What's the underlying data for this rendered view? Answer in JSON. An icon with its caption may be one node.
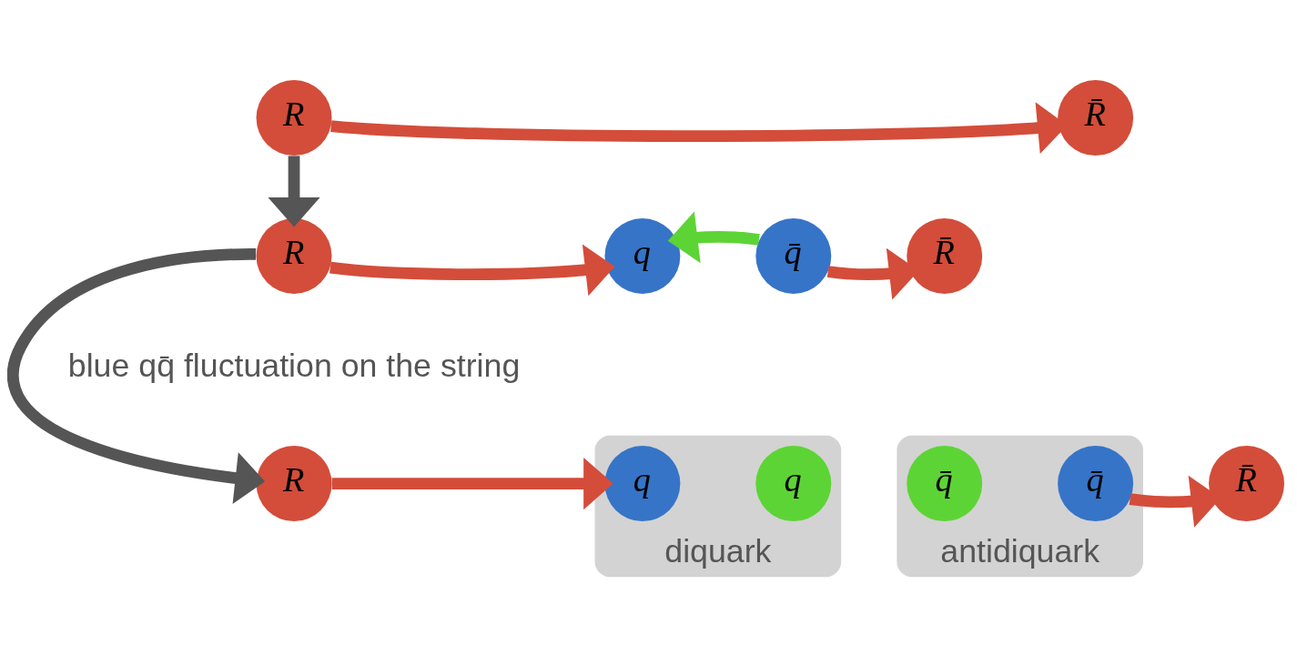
{
  "diagram": {
    "nodes": [
      {
        "text": [
          "R"
        ]
      },
      {
        "text": [
          "R̄"
        ]
      },
      {
        "text": [
          "R"
        ]
      },
      {
        "text": [
          "q"
        ]
      },
      {
        "text": [
          "q̄"
        ]
      },
      {
        "text": [
          "R̄"
        ]
      },
      {
        "text": [
          "R"
        ]
      },
      {
        "text": [
          "diquark"
        ]
      },
      {
        "text": [
          "q"
        ],
        "in": 7
      },
      {
        "text": [
          "q"
        ],
        "in": 7
      },
      {
        "text": [
          "antidiquark"
        ]
      },
      {
        "text": [
          "q̄"
        ],
        "in": 10
      },
      {
        "text": [
          "q̄"
        ],
        "in": 10
      },
      {
        "text": [
          "R̄"
        ]
      }
    ],
    "edges": [
      {
        "from": 0,
        "to": 1,
        "arrow": "to"
      },
      {
        "from": 0,
        "to": 2,
        "arrow": "to",
        "color": "#555555"
      },
      {
        "from": 2,
        "to": 3,
        "arrow": "to"
      },
      {
        "from": 4,
        "to": 3,
        "arrow": "to",
        "color": "#5dd435"
      },
      {
        "from": 4,
        "to": 5,
        "arrow": "to"
      },
      {
        "from": 2,
        "to": 6,
        "arrow": "to",
        "color": "#555555"
      },
      {
        "from": 6,
        "to": 8,
        "arrow": "to"
      },
      {
        "from": 12,
        "to": 13,
        "arrow": "to"
      }
    ],
    "labels": [
      "blue qq̄ fluctuation on the string"
    ]
  }
}
